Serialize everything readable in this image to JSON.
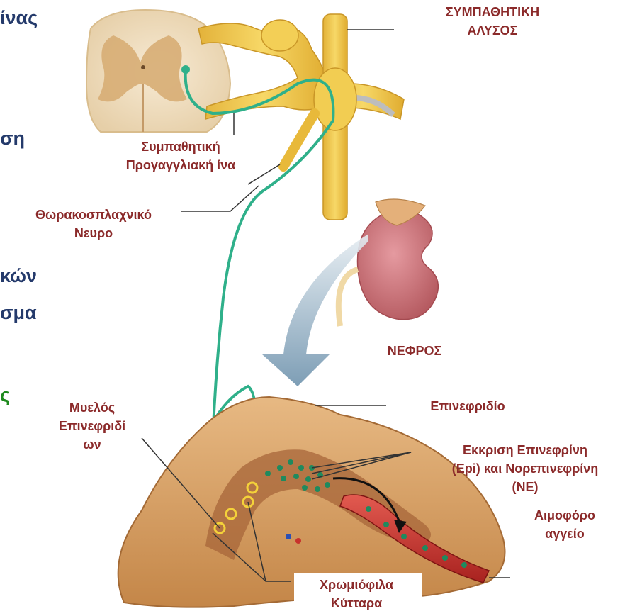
{
  "left_fragments": [
    {
      "text": "ίνας"
    },
    {
      "text": "ση"
    },
    {
      "text": "κών"
    },
    {
      "text": "σμα"
    },
    {
      "text": "ς"
    }
  ],
  "labels": {
    "sympathetic_chain": [
      "ΣΥΜΠΑΘΗΤΙΚΗ",
      "ΑΛΥΣΟΣ"
    ],
    "preganglionic_fiber": [
      "Συμπαθητική",
      "Προγαγγλιακή ίνα"
    ],
    "splanchnic_nerve": [
      "Θωρακοσπλαχνικό",
      "Νευρο"
    ],
    "kidney": [
      "ΝΕΦΡΟΣ"
    ],
    "adrenal_medulla": [
      "Μυελός",
      "Επινεφριδί",
      "ων"
    ],
    "adrenal_gland": [
      "Επινεφριδίο"
    ],
    "secretion": [
      "Εκκριση  Επινεφρίνη",
      "(Epi) και Νορεπινεφρίνη",
      "(NE)"
    ],
    "blood_vessel": [
      "Αιμοφόρο",
      "αγγείο"
    ],
    "chromaffin_cells": [
      "Χρωμιόφιλα",
      "Κύτταρα"
    ]
  },
  "colors": {
    "label_text": "#8b2a2a",
    "side_text": "#243a6b",
    "side_text_green": "#1e8a1e",
    "nerve_fiber": "#2fb08a",
    "nerve_yellow": "#f2cc4a",
    "adrenal_tissue": "#c98d52",
    "vessel_red": "#c8322c",
    "kidney_pink": "#c86a70"
  }
}
